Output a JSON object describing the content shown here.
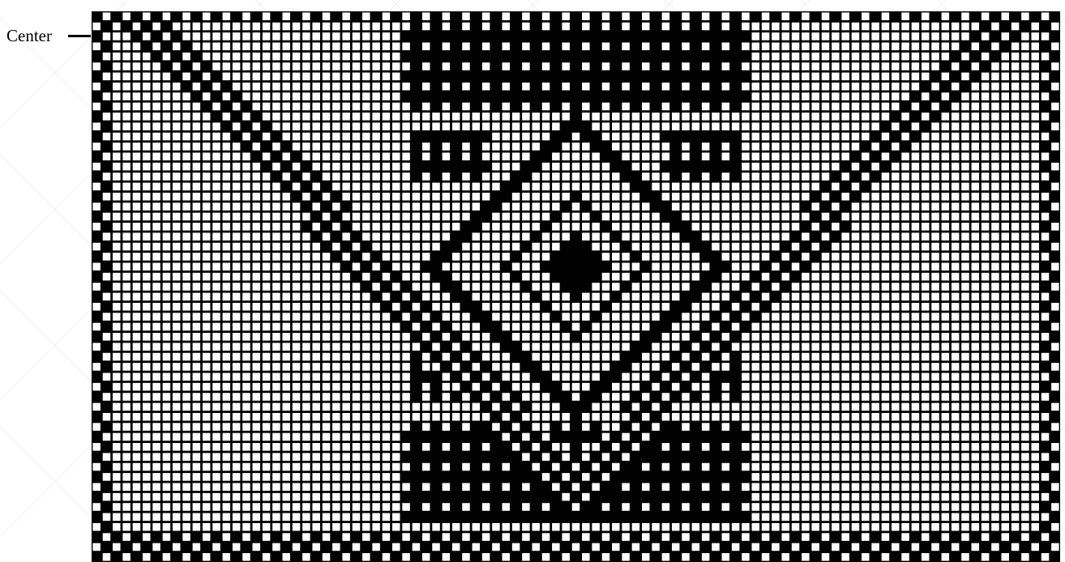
{
  "labels": {
    "center": "Center"
  },
  "colors": {
    "filled": "#000000",
    "open": "#ffffff",
    "background": "#ffffff"
  },
  "icons": {
    "center_marker": "center-dash-pointer"
  },
  "chart_data": {
    "type": "filet-crochet-chart",
    "columns": 97,
    "rows": 55,
    "border_pattern": "checkerboard"
  }
}
